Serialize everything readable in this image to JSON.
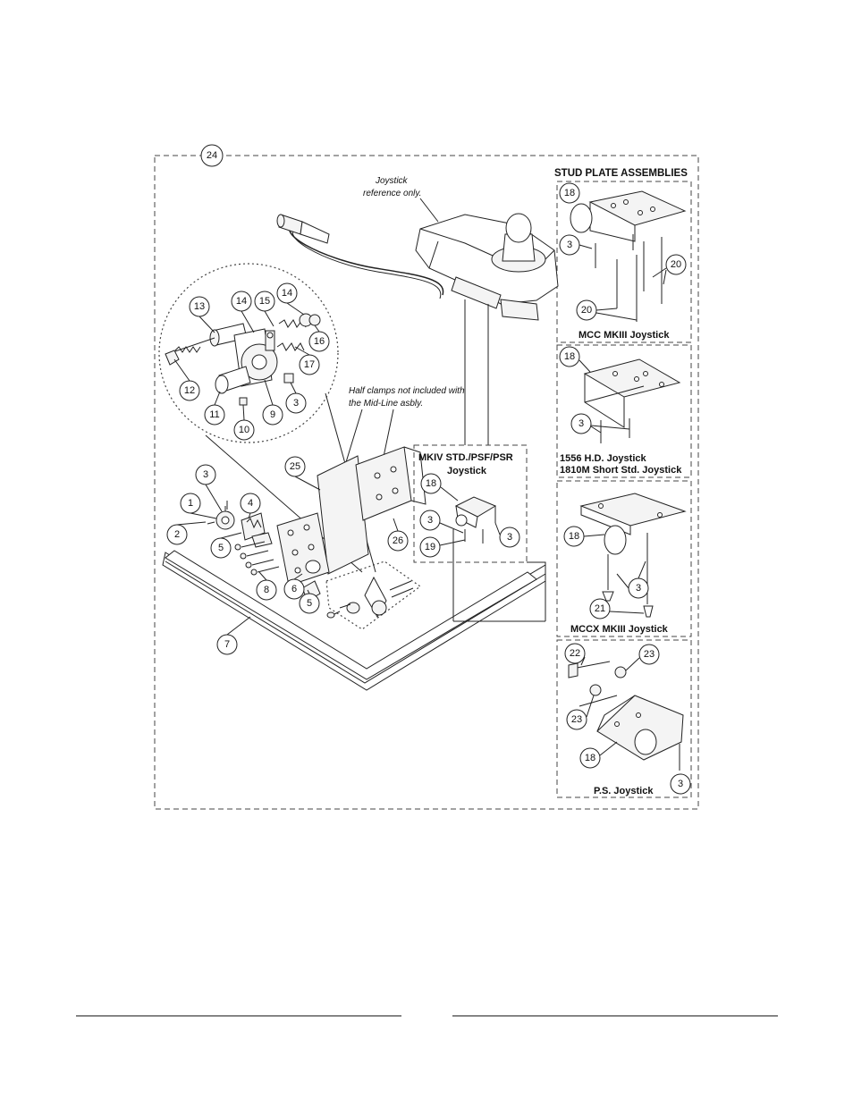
{
  "labels": {
    "stud_plate_assemblies": "STUD PLATE ASSEMBLIES",
    "joystick_note_1": "Joystick",
    "joystick_note_2": "reference only.",
    "half_clamps_1": "Half clamps not included with",
    "half_clamps_2": "the Mid-Line asbly.",
    "mkiv_1": "MKIV STD./PSF/PSR",
    "mkiv_2": "Joystick",
    "mcc": "MCC MKIII Joystick",
    "hd_1": "1556 H.D. Joystick",
    "hd_2": "1810M Short Std. Joystick",
    "mccx": "MCCX MKIII Joystick",
    "ps": "P.S. Joystick"
  },
  "callouts": {
    "c24": "24",
    "c13": "13",
    "c14a": "14",
    "c15": "15",
    "c14b": "14",
    "c16": "16",
    "c17": "17",
    "c12": "12",
    "c11": "11",
    "c9": "9",
    "c3a": "3",
    "c10": "10",
    "c3b": "3",
    "c1": "1",
    "c4": "4",
    "c2": "2",
    "c5a": "5",
    "c8": "8",
    "c6": "6",
    "c5b": "5",
    "c7": "7",
    "c25": "25",
    "c26": "26",
    "c18a": "18",
    "c3c": "3",
    "c19": "19",
    "c3d": "3",
    "c18b": "18",
    "c3e": "3",
    "c20a": "20",
    "c20b": "20",
    "c18c": "18",
    "c3f": "3",
    "c18d": "18",
    "c3g": "3",
    "c21": "21",
    "c22": "22",
    "c23a": "23",
    "c23b": "23",
    "c18e": "18",
    "c3h": "3"
  }
}
